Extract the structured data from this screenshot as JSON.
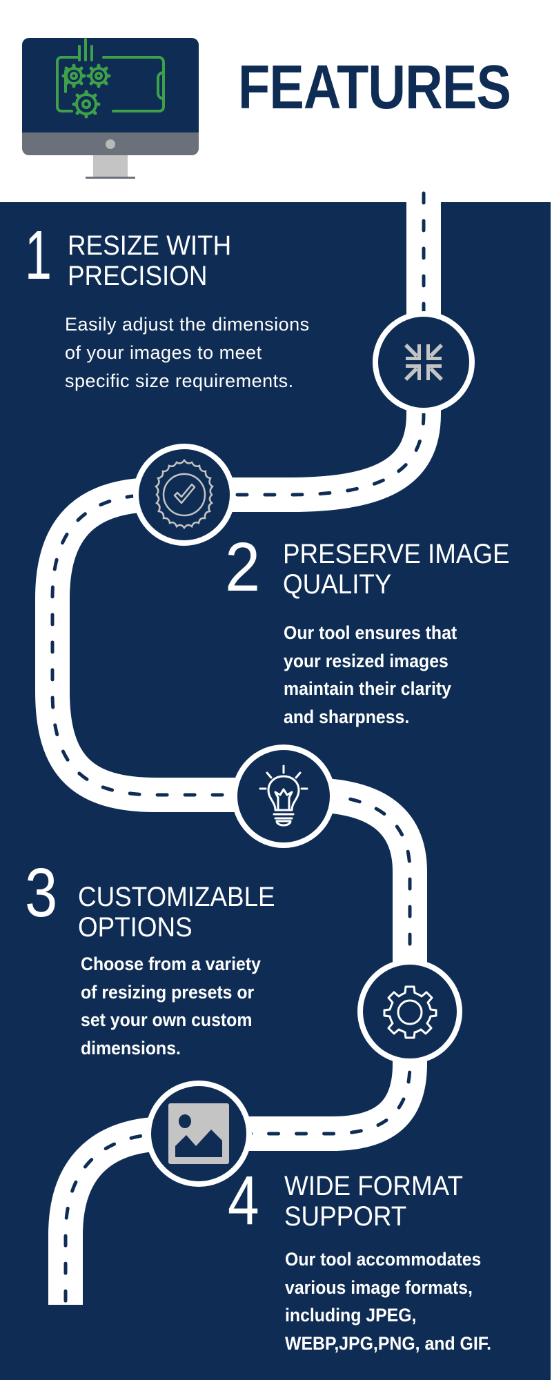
{
  "header": {
    "title": "FEATURES",
    "illustration": "monitor-with-gears-icon"
  },
  "colors": {
    "navy": "#0f2d54",
    "white": "#ffffff",
    "icon_gray": "#c4c4c4",
    "monitor_gray": "#6b717a",
    "green": "#3fa04a"
  },
  "features": [
    {
      "number": "1",
      "title_line1": "RESIZE WITH",
      "title_line2": "PRECISION",
      "desc": [
        "Easily adjust the dimensions",
        "of your images to meet",
        "specific size requirements."
      ],
      "icon": "compress-arrows-icon"
    },
    {
      "number": "2",
      "title_line1": "PRESERVE IMAGE",
      "title_line2": "QUALITY",
      "desc": [
        "Our tool ensures that",
        "your resized images",
        "maintain their clarity",
        "and sharpness."
      ],
      "icon": "quality-badge-check-icon"
    },
    {
      "number": "3",
      "title_line1": "CUSTOMIZABLE",
      "title_line2": "OPTIONS",
      "desc": [
        "Choose from a variety",
        "of resizing presets or",
        "set your own custom",
        "dimensions."
      ],
      "icon": "lightbulb-icon"
    },
    {
      "number": "4",
      "title_line1": "WIDE FORMAT",
      "title_line2": "SUPPORT",
      "desc": [
        "Our tool accommodates",
        "various image formats,",
        "including JPEG,",
        "WEBP,JPG,PNG, and GIF."
      ],
      "icon": "image-icon"
    }
  ],
  "extra_icons": [
    "gear-icon"
  ]
}
